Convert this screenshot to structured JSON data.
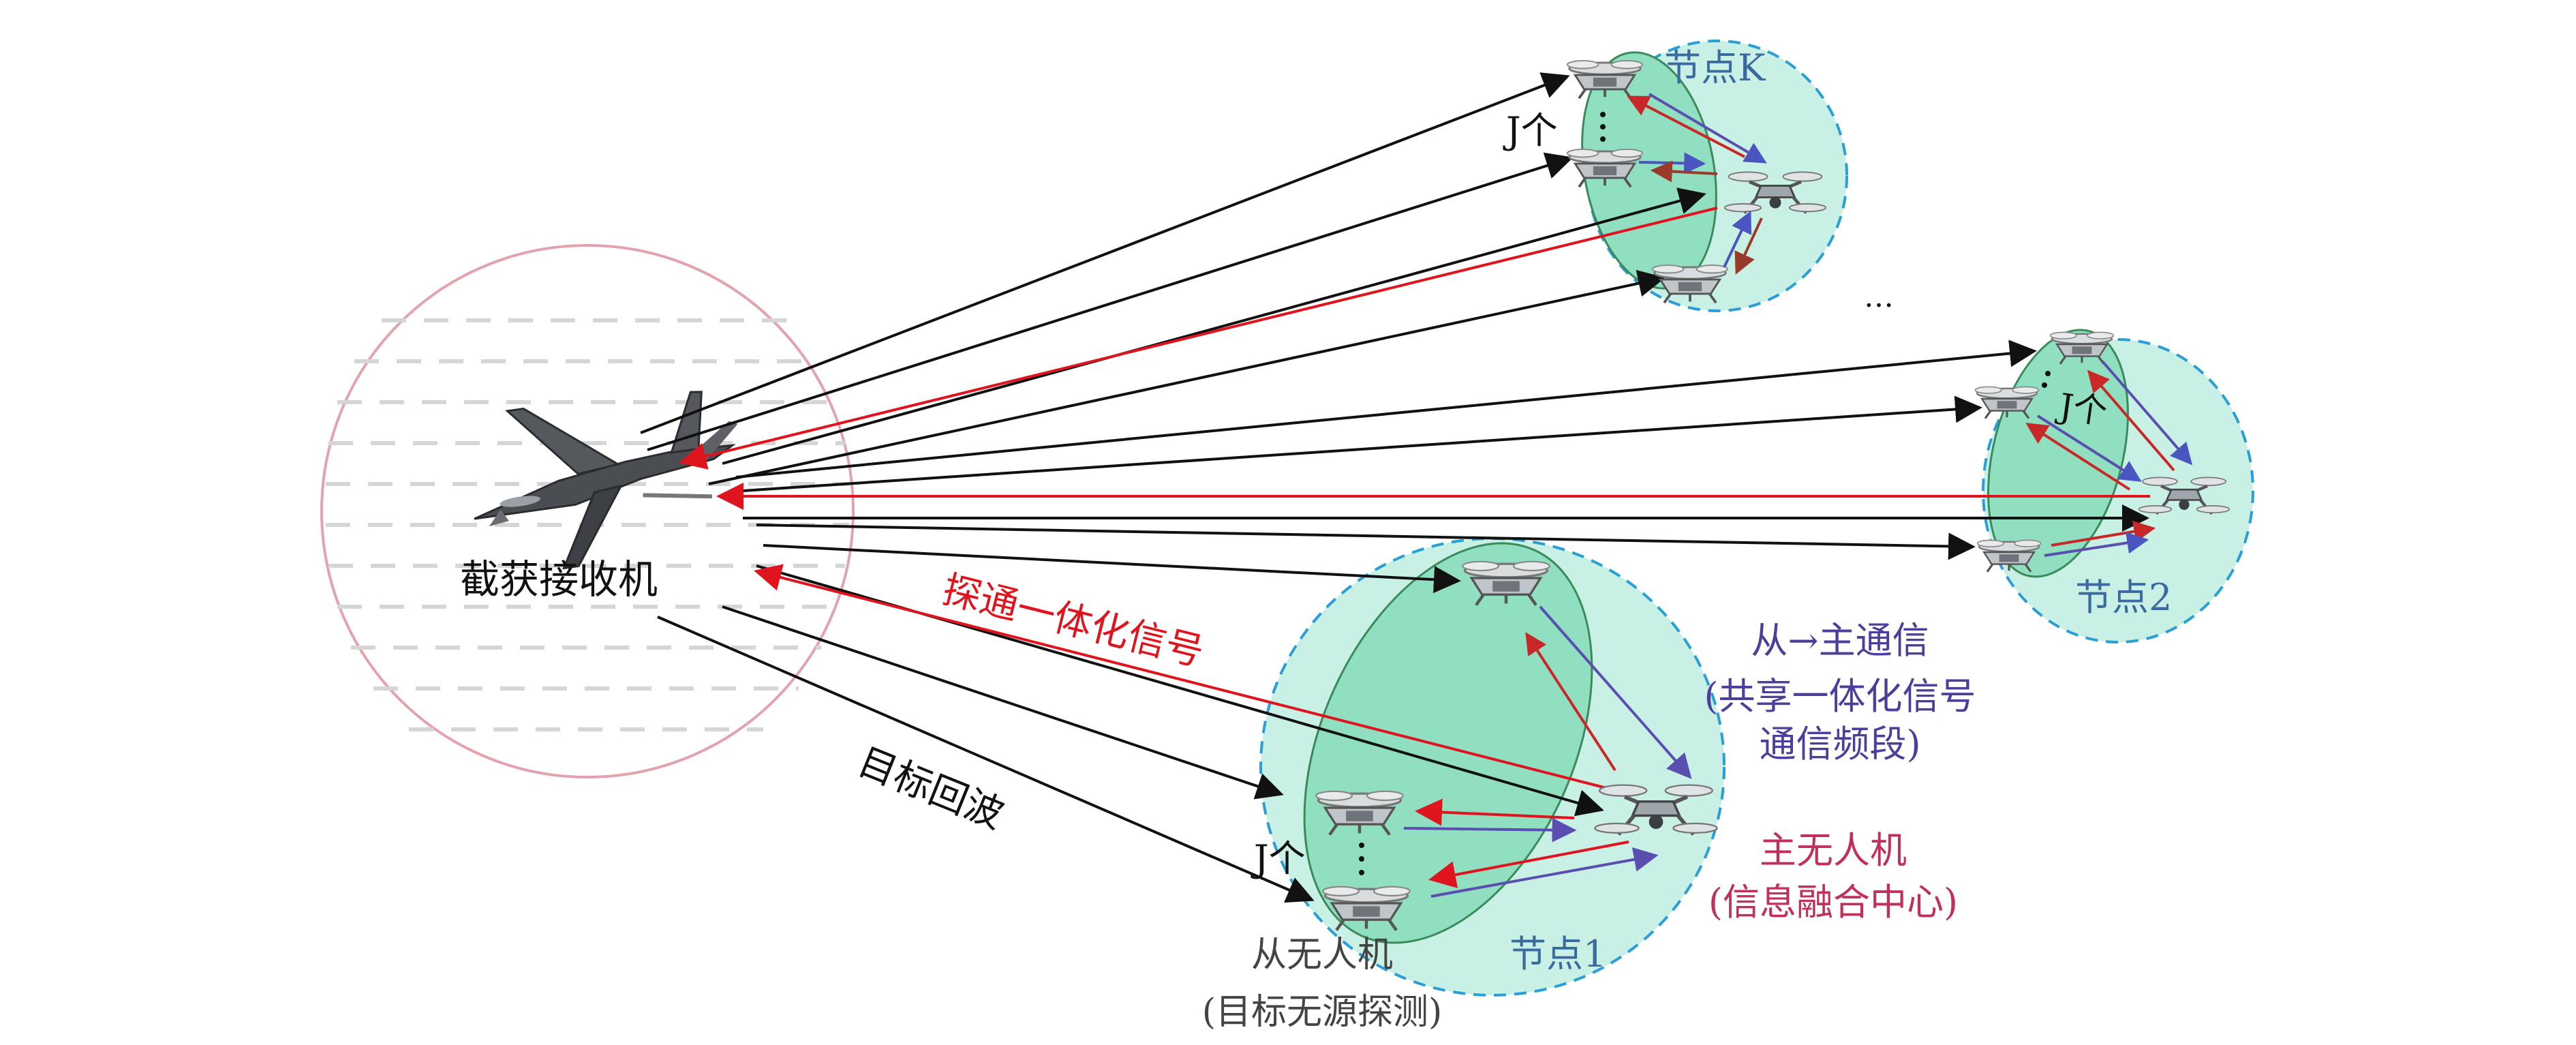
{
  "labels": {
    "receiver": "截获接收机",
    "isac_signal": "探通一体化信号",
    "target_echo": "目标回波",
    "node_k": "节点K",
    "node_2": "节点2",
    "node_1": "节点1",
    "ellipsis": "…",
    "j_count": "J个",
    "slave_uav": "从无人机",
    "slave_uav_role": "(目标无源探测)",
    "master_uav": "主无人机",
    "master_uav_role": "(信息融合中心)",
    "slave_to_master": "从→主通信",
    "shared_band_1": "(共享一体化信号",
    "shared_band_2": "通信频段)"
  },
  "colors": {
    "node_fill": "#c9f0e4",
    "node_inner_fill": "#8fdfc0",
    "node_border": "#2a9fd6",
    "receiver_circle": "#e3a3ad",
    "echo_arrow": "#111111",
    "isac_arrow": "#e0141e",
    "comm_arrow": "#5a4fb0",
    "slave_label": "#444444",
    "master_label": "#c0305a",
    "comm_label": "#4a3f9a",
    "node_label": "#3a6aa0"
  },
  "icons": {
    "receiver": "fighter-jet-icon",
    "drone": "quadcopter-drone-icon"
  }
}
